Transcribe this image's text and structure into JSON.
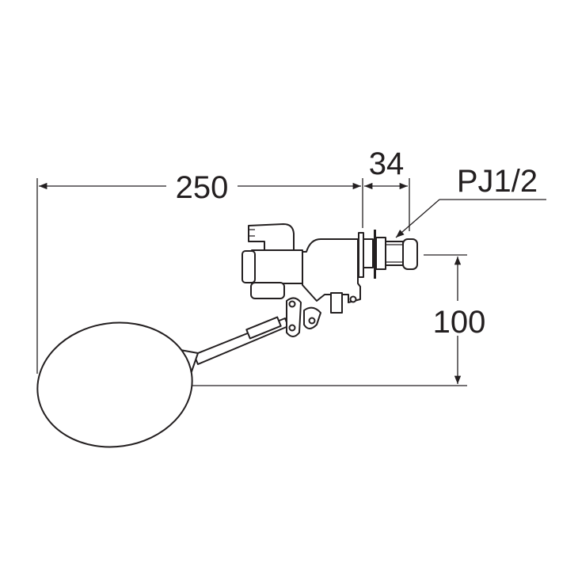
{
  "dimensions": {
    "length": "250",
    "connection_length": "34",
    "thread": "PJ1/2",
    "height": "100"
  },
  "colors": {
    "line": "#231f20",
    "background": "#ffffff"
  }
}
